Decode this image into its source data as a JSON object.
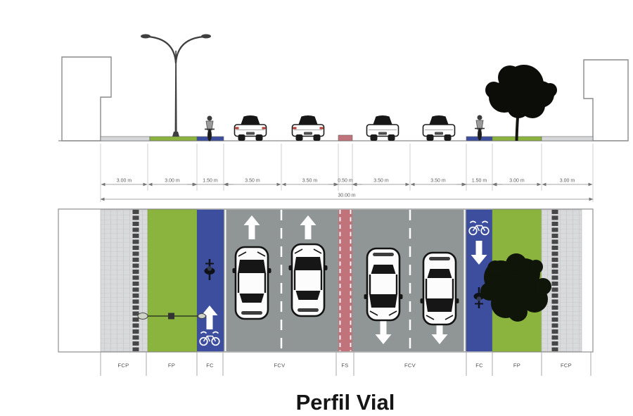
{
  "title": "Perfil Vial",
  "dimensions": {
    "unit": "m",
    "segments": [
      "3.00 m",
      "3.00 m",
      "1.50 m",
      "3.50 m",
      "3.50 m",
      "0.50 m",
      "3.50 m",
      "3.50 m",
      "1.50 m",
      "3.00 m",
      "3.00 m"
    ],
    "total": "30.00 m"
  },
  "zones": [
    "FCP",
    "FP",
    "FC",
    "FCV",
    "FS",
    "FCV",
    "FC",
    "FP",
    "FCP"
  ],
  "colors": {
    "green_strip": "#8BB43F",
    "bike_lane": "#3D4E9E",
    "road": "#8F9695",
    "median": "#C0737B",
    "sidewalk": "#D8DADB",
    "dim_line": "#888888"
  },
  "icons": {
    "streetlight-icon": "double-arm street lamp",
    "tree-icon": "tree silhouette",
    "car-top-icon": "car plan view",
    "car-front-icon": "car elevation view",
    "cyclist-icon": "cyclist",
    "bicycle-marking-icon": "bike lane pavement marking",
    "lane-arrow-icon": "traffic direction arrow"
  }
}
